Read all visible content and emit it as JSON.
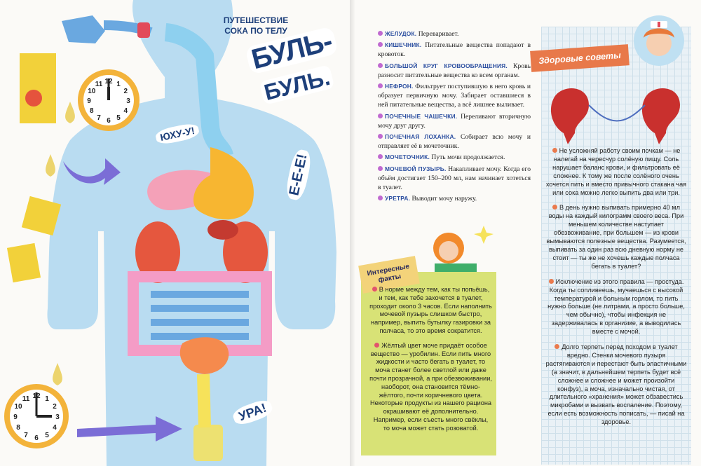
{
  "left_page": {
    "title_line1": "ПУТЕШЕСТВИЕ",
    "title_line2": "СОКА ПО ТЕЛУ",
    "sound_bul1": "БУЛЬ-",
    "sound_bul2": "БУЛЬ.",
    "sound_yuhu": "ЮХУ-У!",
    "sound_eee": "Е-Е-Е!",
    "sound_ura": "УРА!"
  },
  "organs": [
    {
      "term": "ЖЕЛУДОК.",
      "text": " Переваривает."
    },
    {
      "term": "КИШЕЧНИК.",
      "text": " Питательные вещества попадают в кровоток."
    },
    {
      "term": "БОЛЬШОЙ КРУГ КРОВООБРАЩЕНИЯ.",
      "text": " Кровь разносит питательные вещества ко всем органам."
    },
    {
      "term": "НЕФРОН.",
      "text": " Фильтрует поступившую в него кровь и образует первичную мочу. Забирает оставшиеся в ней питательные вещества, а всё лишнее выливает."
    },
    {
      "term": "ПОЧЕЧНЫЕ ЧАШЕЧКИ.",
      "text": " Переливают вторичную мочу друг другу."
    },
    {
      "term": "ПОЧЕЧНАЯ ЛОХАНКА.",
      "text": " Собирает всю мочу и отправляет её в мочеточник."
    },
    {
      "term": "МОЧЕТОЧНИК.",
      "text": " Путь мочи продолжается."
    },
    {
      "term": "МОЧЕВОЙ ПУЗЫРЬ.",
      "text": " Накапливает мочу. Когда его объём достигает 150–200 мл, нам начинает хотеться в туалет."
    },
    {
      "term": "УРЕТРА.",
      "text": " Выводит мочу наружу."
    }
  ],
  "facts": {
    "tag_line1": "Интересные",
    "tag_line2": "факты",
    "p1": "В норме между тем, как ты попьёшь, и тем, как тебе захочется в туалет, проходит около 3 часов. Если наполнить мочевой пузырь слишком быстро, например, выпить бутылку газировки за полчаса, то это время сократится.",
    "p2": "Жёлтый цвет моче придаёт особое вещество — уробилин. Если пить много жидкости и часто бегать в туалет, то моча станет более светлой или даже почти прозрачной, а при обезвоживании, наоборот, она становится тёмно-жёлтого, почти коричневого цвета. Некоторые продукты из нашего рациона окрашивают её дополнительно. Например, если съесть много свёклы, то моча может стать розоватой."
  },
  "health": {
    "tag": "Здоровые советы",
    "p1": "Не усложняй работу своим почкам — не налегай на чересчур солёную пищу. Соль нарушает баланс крови, и фильтровать её сложнее. К тому же после солёного очень хочется пить и вместо привычного стакана чая или сока можно легко выпить два или три.",
    "p2": "В день нужно выпивать примерно 40 мл воды на каждый килограмм своего веса. При меньшем количестве наступает обезвоживание, при большем — из крови вымываются полезные вещества. Разумеется, выпивать за один раз всю дневную норму не стоит — ты же не хочешь каждые полчаса бегать в туалет?",
    "p3": "Исключение из этого правила — простуда. Когда ты сопливеешь, мучаешься с высокой температурой и больным горлом, то пить нужно больше (не литрами, а просто больше, чем обычно), чтобы инфекция не задерживалась в организме, а выводилась вместе с мочой.",
    "p4": "Долго терпеть перед походом в туалет вредно. Стенки мочевого пузыря растягиваются и перестают быть эластичными (а значит, в дальнейшем терпеть будет всё сложнее и сложнее и может произойти конфуз), а моча, изначально чистая, от длительного «хранения» может обзавестись микробами и вызвать воспаление. Поэтому, если есть возможность пописать, — писай на здоровье."
  },
  "clock1": {
    "hour": "12",
    "labels": [
      "12",
      "1",
      "2",
      "3",
      "4",
      "5",
      "6",
      "7",
      "8",
      "9",
      "10",
      "11"
    ]
  },
  "clock2": {
    "hour": "3",
    "labels": [
      "12",
      "1",
      "2",
      "3",
      "4",
      "5",
      "6",
      "7",
      "8",
      "9",
      "10",
      "11"
    ]
  }
}
